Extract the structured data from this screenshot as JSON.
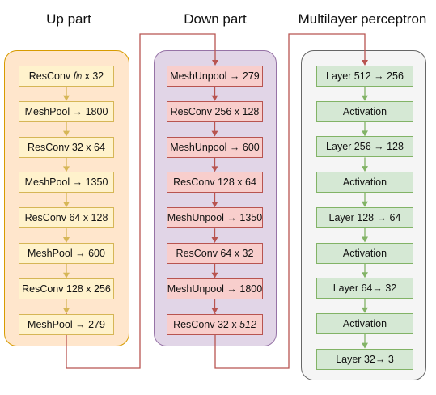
{
  "titles": {
    "up": "Up part",
    "down": "Down part",
    "mlp": "Multilayer perceptron"
  },
  "up_part": [
    {
      "pre": "ResConv ",
      "italic": "f",
      "sub": "in",
      "post": " x 32"
    },
    {
      "pre": "MeshPool → 1800"
    },
    {
      "pre": "ResConv 32 x 64"
    },
    {
      "pre": "MeshPool → 1350"
    },
    {
      "pre": "ResConv 64 x 128"
    },
    {
      "pre": "MeshPool → 600"
    },
    {
      "pre": "ResConv 128 x 256"
    },
    {
      "pre": "MeshPool → 279"
    }
  ],
  "down_part": [
    {
      "pre": "MeshUnpool → 279"
    },
    {
      "pre": "ResConv 256 x 128"
    },
    {
      "pre": "MeshUnpool → 600"
    },
    {
      "pre": "ResConv 128 x 64"
    },
    {
      "pre": "MeshUnpool → 1350"
    },
    {
      "pre": "ResConv 64 x 32"
    },
    {
      "pre": "MeshUnpool → 1800"
    },
    {
      "pre": "ResConv 32 x ",
      "italic": "512"
    }
  ],
  "mlp": [
    {
      "pre": "Layer 512 → 256"
    },
    {
      "pre": "Activation"
    },
    {
      "pre": "Layer 256 → 128"
    },
    {
      "pre": "Activation"
    },
    {
      "pre": "Layer 128 → 64"
    },
    {
      "pre": "Activation"
    },
    {
      "pre": "Layer 64→ 32"
    },
    {
      "pre": "Activation"
    },
    {
      "pre": "Layer 32→ 3"
    }
  ],
  "colors": {
    "up_fill": "#ffe6cc",
    "up_border": "#d79b00",
    "up_arrow": "#d6b656",
    "down_fill": "#e1d5e7",
    "down_border": "#9673a6",
    "down_arrow": "#b85450",
    "mlp_fill": "#f5f5f5",
    "mlp_border": "#666666",
    "mlp_arrow": "#82b366",
    "connector": "#b85450"
  }
}
